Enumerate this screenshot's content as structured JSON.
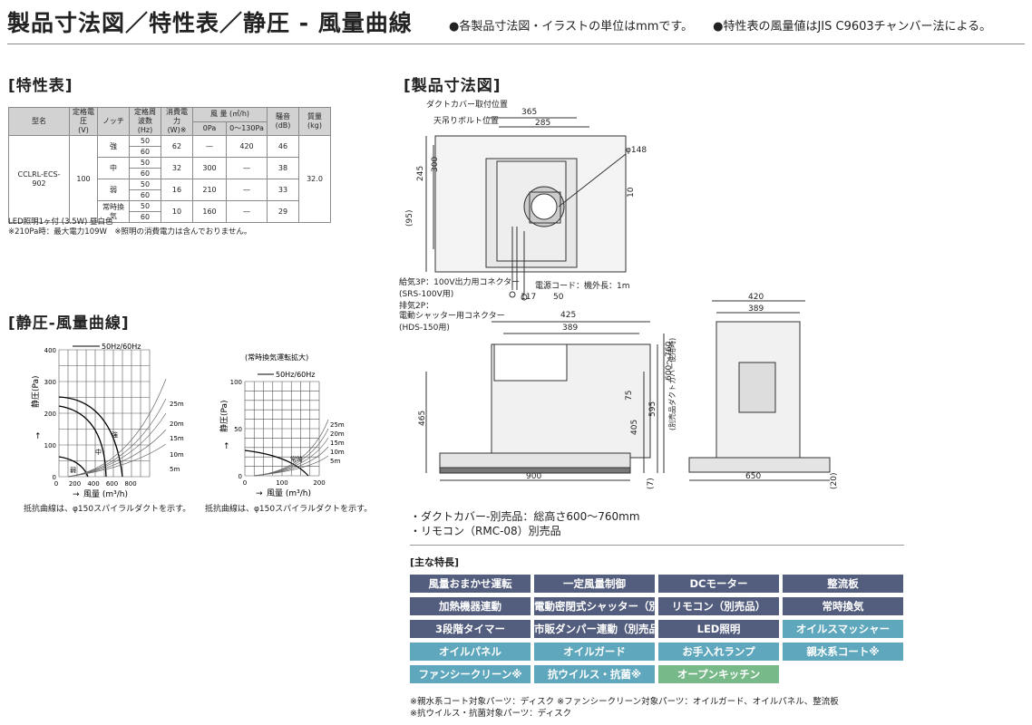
{
  "page": {
    "title": "製品寸法図／特性表／静圧 - 風量曲線",
    "notes": [
      "●各製品寸法図・イラストの単位はmmです。",
      "●特性表の風量値はJIS C9603チャンバー法による。"
    ]
  },
  "sections": {
    "spec": "[特性表]",
    "curve": "[静圧-風量曲線]",
    "dims": "[製品寸法図]"
  },
  "spec_table": {
    "headers": {
      "model": "型名",
      "voltage": [
        "定格電圧",
        "(V)"
      ],
      "notch": "ノッチ",
      "freq": [
        "定格周波数",
        "(Hz)"
      ],
      "power": [
        "消費電力",
        "(W)※"
      ],
      "airflow": "風 量 (㎥/h)",
      "airflow_0": "0Pa",
      "airflow_130": "0〜130Pa",
      "noise": [
        "騒音",
        "(dB)"
      ],
      "mass": [
        "質量",
        "(kg)"
      ]
    },
    "model": "CCLRL-ECS-902",
    "voltage": "100",
    "mass": "32.0",
    "rows": [
      {
        "notch": "強",
        "power": "62",
        "af0": "—",
        "af130": "420",
        "noise": "46"
      },
      {
        "notch": "中",
        "power": "32",
        "af0": "300",
        "af130": "—",
        "noise": "38"
      },
      {
        "notch": "弱",
        "power": "16",
        "af0": "210",
        "af130": "—",
        "noise": "33"
      },
      {
        "notch": "常時換気",
        "power": "10",
        "af0": "160",
        "af130": "—",
        "noise": "29"
      }
    ],
    "freqs": [
      "50",
      "60"
    ],
    "notes": [
      "LED照明1ヶ付 (3.5W) 昼白色",
      "※210Pa時：最大電力109W　※照明の消費電力は含んでおりません。"
    ]
  },
  "graph1": {
    "legend": "50Hz/60Hz",
    "ylabel": "静圧(Pa)",
    "xlabel": "風量 (m³/h)",
    "yticks": [
      "400",
      "300",
      "200",
      "100",
      "0"
    ],
    "xticks": [
      "0",
      "200",
      "400",
      "600",
      "800"
    ],
    "labels": [
      "強",
      "中",
      "弱"
    ],
    "duct": [
      "25m",
      "20m",
      "15m",
      "10m",
      "5m"
    ],
    "caption": "抵抗曲線は、φ150スパイラルダクトを示す。"
  },
  "graph2": {
    "title": "(常時換気運転拡大)",
    "legend": "50Hz/60Hz",
    "ylabel": "静圧(Pa)",
    "xlabel": "風量 (m³/h)",
    "yticks": [
      "100",
      "50",
      "0"
    ],
    "xticks": [
      "0",
      "100",
      "200"
    ],
    "label": "常時",
    "duct": [
      "25m",
      "20m",
      "15m",
      "10m",
      "5m"
    ],
    "caption": "抵抗曲線は、φ150スパイラルダクトを示す。"
  },
  "dims": {
    "labels": {
      "duct_cover_pos": "ダクトカバー取付位置",
      "bolt_pos": "天吊りボルト位置",
      "d365": "365",
      "d285": "285",
      "d245": "245",
      "d300": "300",
      "d95": "(95)",
      "d148": "φ148",
      "d10": "10",
      "conn1": "給気3P：100V出力用コネクター",
      "conn1b": "(SRS-100V用)",
      "conn2": "排気2P：",
      "conn2b": "電動シャッター用コネクター",
      "conn2c": "(HDS-150用)",
      "cord": "電源コード：機外長：1m",
      "d117": "117",
      "d50": "50",
      "d425": "425",
      "d389": "389",
      "d420": "420",
      "d389b": "389",
      "d75": "75",
      "d405": "405",
      "d595": "595",
      "d465": "465",
      "d600_760": "600〜760",
      "d600_760b": "(別売品ダクトカバー使用時)",
      "d900": "900",
      "d7": "(7)",
      "d650": "650",
      "d20": "(20)"
    },
    "notes": [
      "・ダクトカバー-別売品：総高さ600〜760mm",
      "・リモコン（RMC-08）別売品"
    ]
  },
  "features": {
    "title": "[主な特長]",
    "items": [
      {
        "label": "風量おまかせ運転",
        "color": "dark"
      },
      {
        "label": "一定風量制御",
        "color": "dark"
      },
      {
        "label": "DCモーター",
        "color": "dark"
      },
      {
        "label": "整流板",
        "color": "dark"
      },
      {
        "label": "加熱機器連動",
        "color": "dark"
      },
      {
        "label": "電動密閉式シャッター（別売品）",
        "color": "dark"
      },
      {
        "label": "リモコン（別売品）",
        "color": "dark"
      },
      {
        "label": "常時換気",
        "color": "dark"
      },
      {
        "label": "3段階タイマー",
        "color": "dark"
      },
      {
        "label": "市販ダンパー連動（別売品）",
        "color": "dark"
      },
      {
        "label": "LED照明",
        "color": "dark"
      },
      {
        "label": "オイルスマッシャー",
        "color": "teal"
      },
      {
        "label": "オイルパネル",
        "color": "teal"
      },
      {
        "label": "オイルガード",
        "color": "teal"
      },
      {
        "label": "お手入れランプ",
        "color": "teal"
      },
      {
        "label": "親水系コート※",
        "color": "teal"
      },
      {
        "label": "ファンシークリーン※",
        "color": "teal"
      },
      {
        "label": "抗ウイルス・抗菌※",
        "color": "teal"
      },
      {
        "label": "オープンキッチン",
        "color": "green"
      }
    ],
    "footnotes": [
      "※親水系コート対象パーツ：ディスク ※ファンシークリーン対象パーツ：オイルガード、オイルパネル、整流板",
      "※抗ウイルス・抗菌対象パーツ：ディスク"
    ]
  }
}
